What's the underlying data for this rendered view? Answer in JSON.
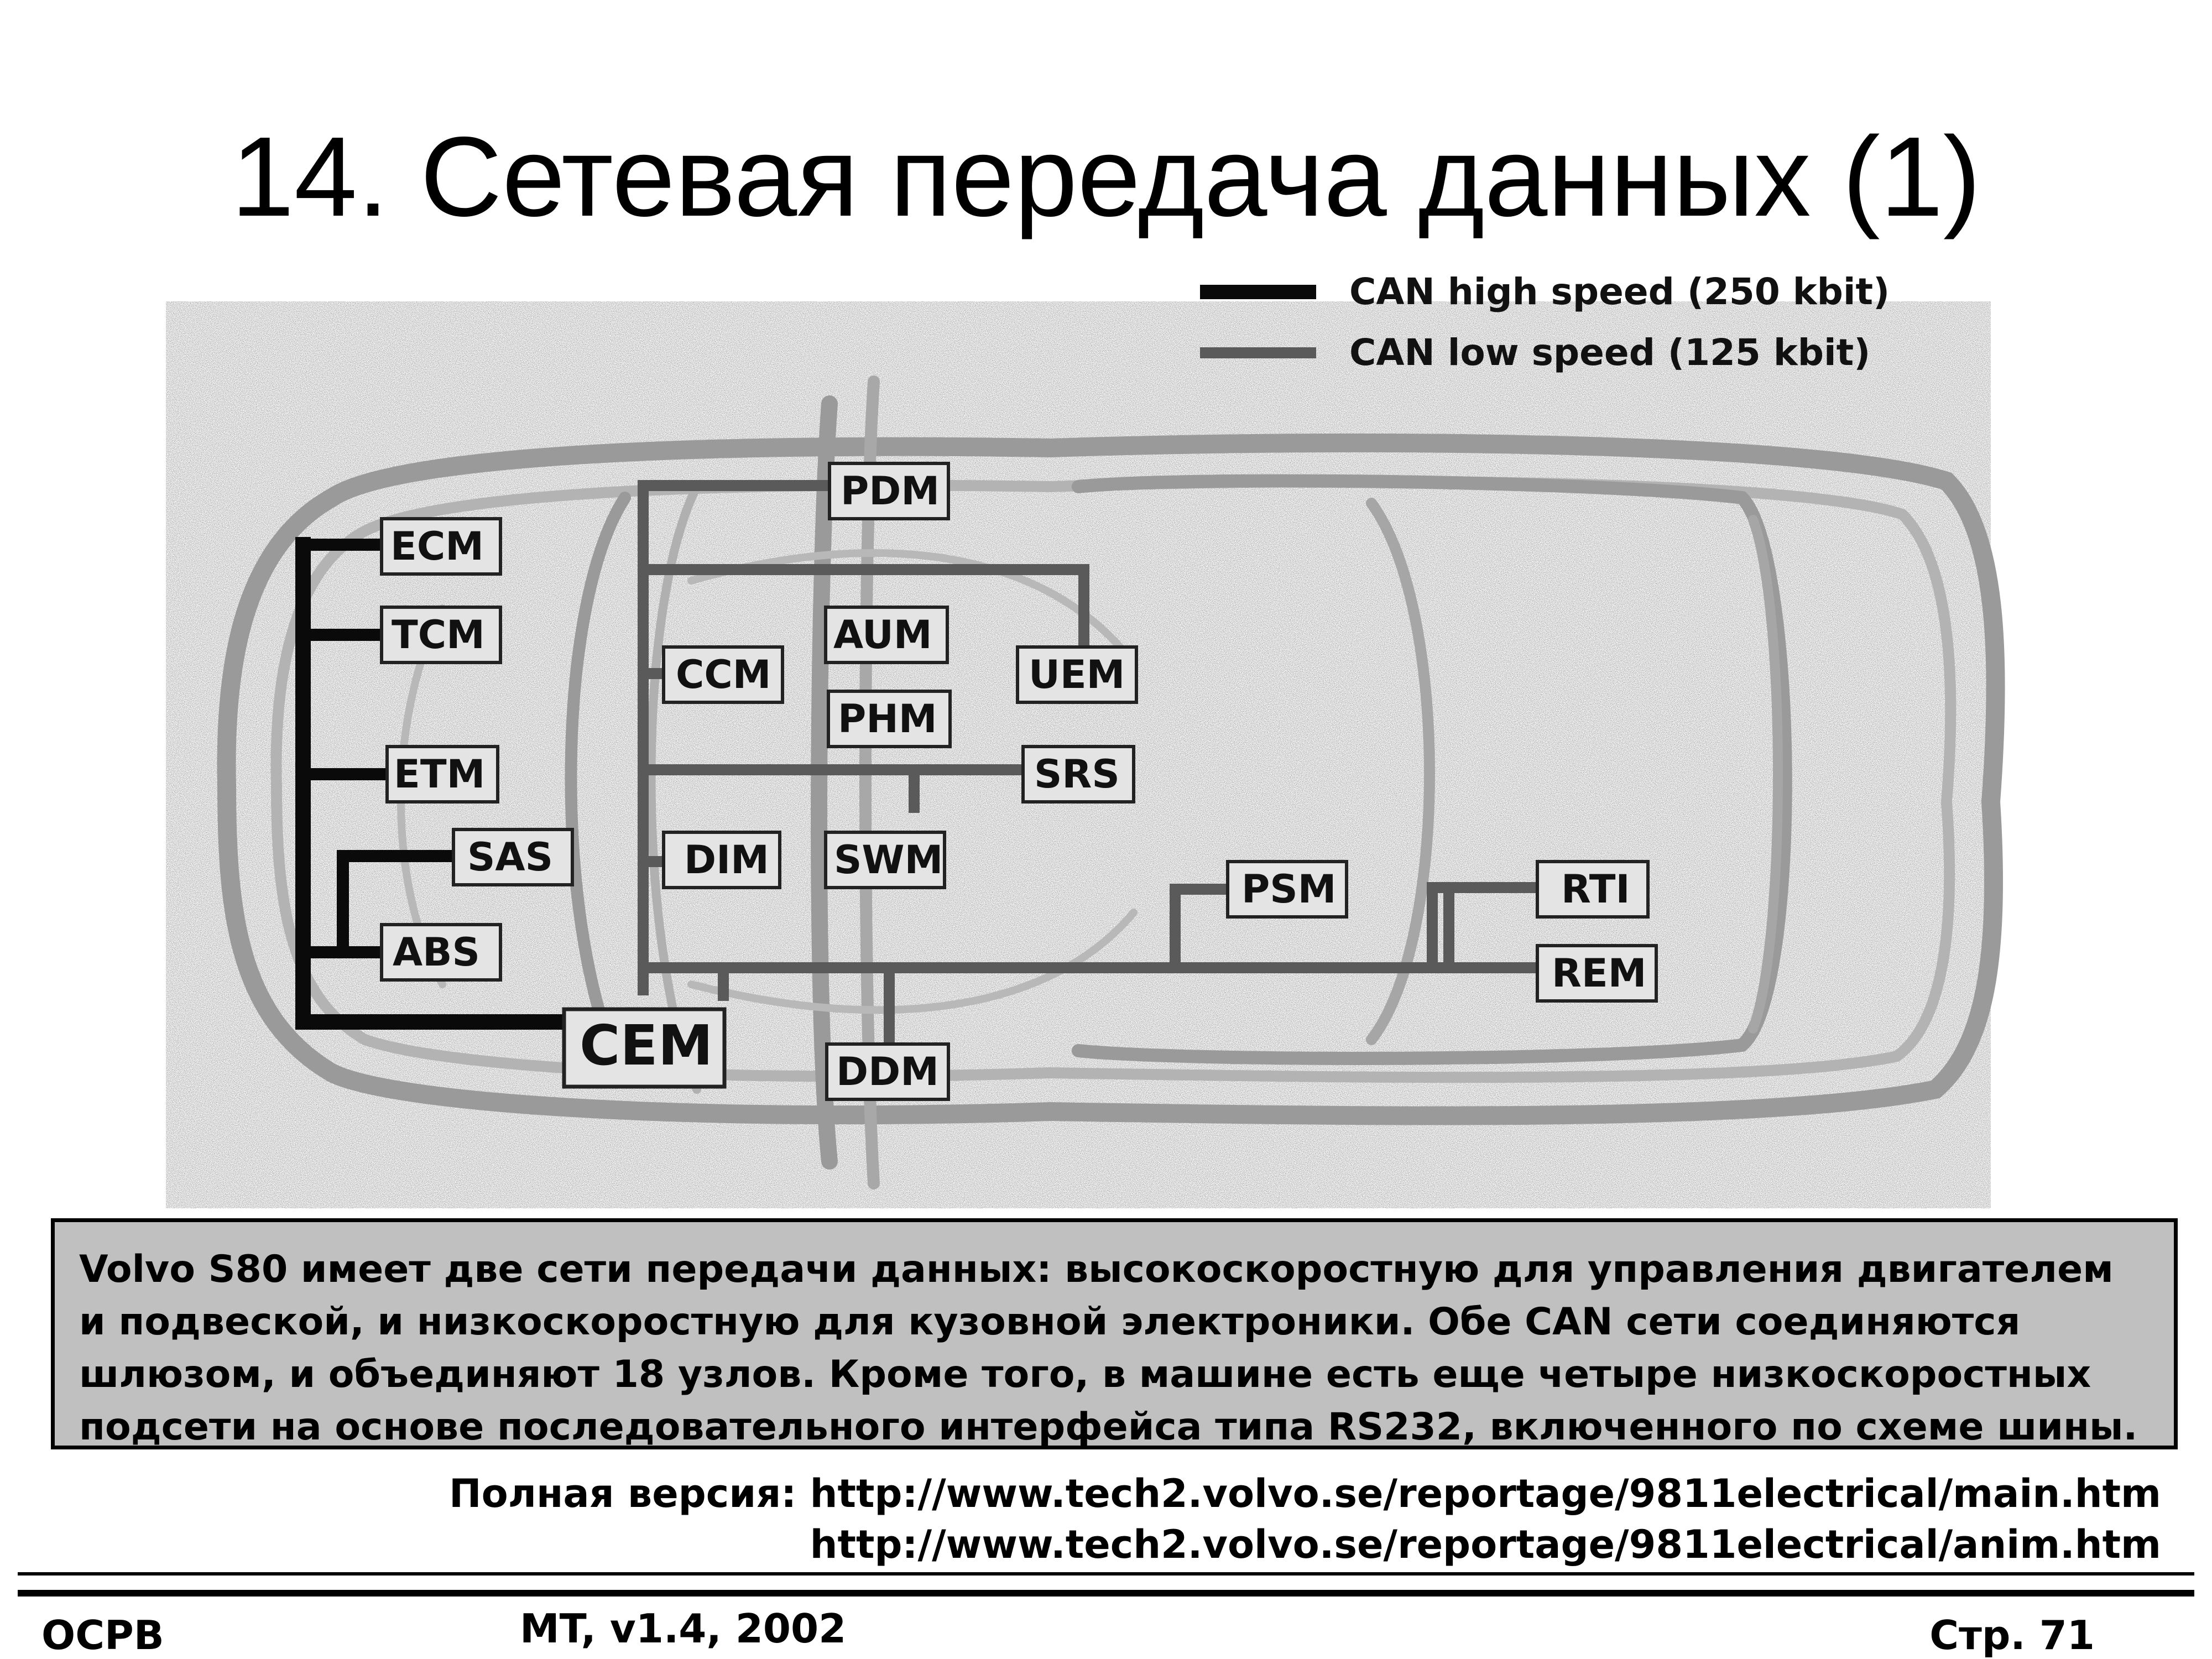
{
  "page": {
    "title": "14. Сетевая передача данных (1)"
  },
  "legend": {
    "high_speed": "CAN high speed (250 kbit)",
    "low_speed": "CAN low speed (125 kbit)"
  },
  "nodes": {
    "pdm": "PDM",
    "ecm": "ECM",
    "tcm": "TCM",
    "aum": "AUM",
    "ccm": "CCM",
    "uem": "UEM",
    "phm": "PHM",
    "etm": "ETM",
    "srs": "SRS",
    "sas": "SAS",
    "dim": "DIM",
    "swm": "SWM",
    "psm": "PSM",
    "rti": "RTI",
    "abs": "ABS",
    "rem": "REM",
    "cem": "CEM",
    "ddm": "DDM"
  },
  "description": "Volvo S80 имеет две сети передачи данных: высокоскоростную для управления двигателем и подвеской, и низкоскоростную для кузовной электроники. Обе CAN сети соединяются шлюзом, и объединяют 18 узлов. Кроме того, в машине есть еще четыре низкоскоростных подсети на основе последовательного интерфейса типа RS232, включенного по схеме шины.",
  "links": {
    "prefix": "Полная версия:",
    "main_url": "http://www.tech2.volvo.se/reportage/9811electrical/main.htm",
    "anim_url": "http://www.tech2.volvo.se/reportage/9811electrical/anim.htm"
  },
  "footer": {
    "left": "OCPB",
    "center": "MT, v1.4, 2002",
    "right": "Стр. 71"
  },
  "colors": {
    "high_speed_line": "#0a0a0a",
    "low_speed_line": "#5a5a5a",
    "description_box": "#c0c0c0",
    "node_fill": "#e4e4e4"
  }
}
